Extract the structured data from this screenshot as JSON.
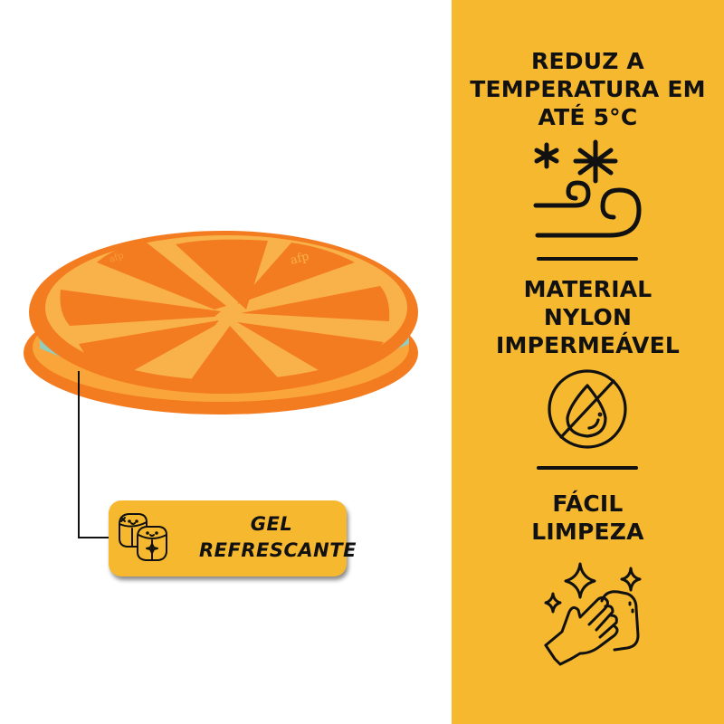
{
  "colors": {
    "panel_yellow": "#F5B82E",
    "text_dark": "#111111",
    "orange_dark": "#F47C20",
    "orange_light": "#F9B24A",
    "gel_teal": "#6FC9C0"
  },
  "features": [
    {
      "title_lines": [
        "REDUZ A",
        "TEMPERATURA EM",
        "ATÉ 5°C"
      ],
      "icon": "snowflake-wind-icon"
    },
    {
      "title_lines": [
        "MATERIAL",
        "NYLON",
        "IMPERMEÁVEL"
      ],
      "icon": "no-water-drop-icon"
    },
    {
      "title_lines": [
        "FÁCIL",
        "LIMPEZA"
      ],
      "icon": "hand-cleaning-sparkles-icon"
    }
  ],
  "product": {
    "description": "orange-slice-cooling-pet-mat",
    "brand_mark": "afp"
  },
  "callout": {
    "label_lines": [
      "GEL",
      "REFRESCANTE"
    ],
    "icon": "ice-cubes-icon"
  }
}
